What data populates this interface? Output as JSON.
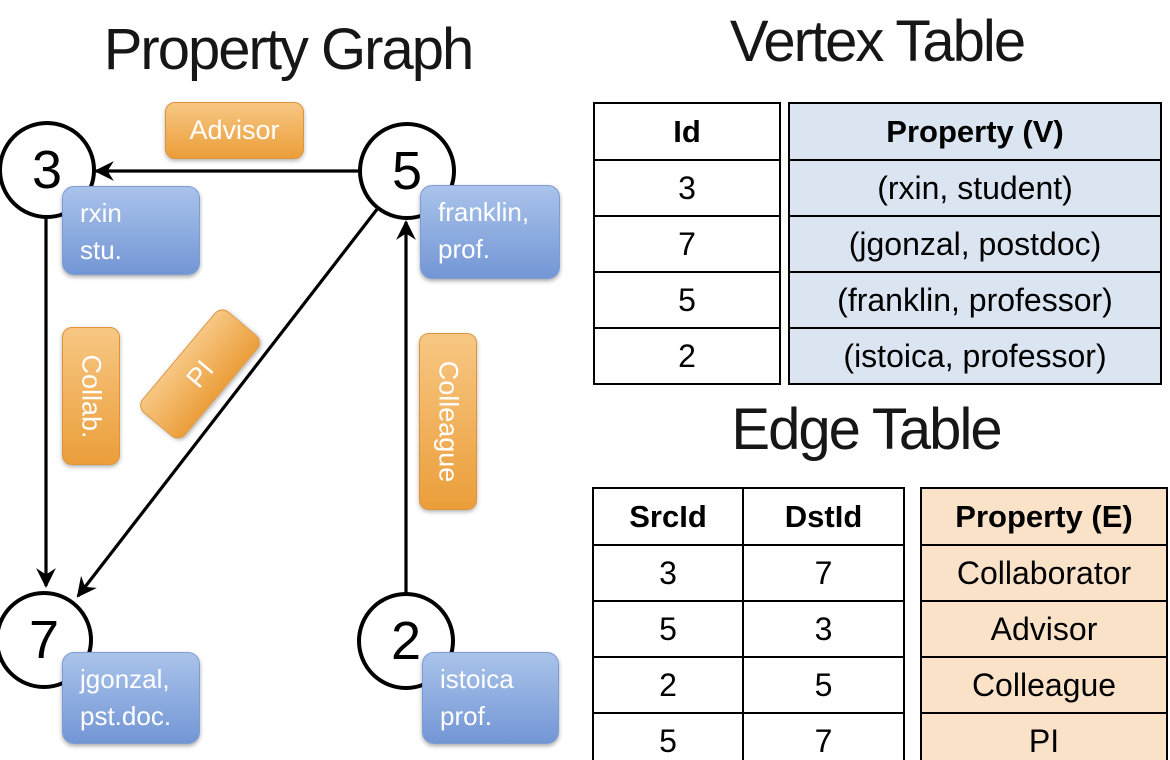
{
  "graph": {
    "title": "Property Graph",
    "vertices": [
      {
        "id": "3",
        "prop_line1": "rxin",
        "prop_line2": "stu."
      },
      {
        "id": "5",
        "prop_line1": "franklin,",
        "prop_line2": "prof."
      },
      {
        "id": "7",
        "prop_line1": "jgonzal,",
        "prop_line2": "pst.doc."
      },
      {
        "id": "2",
        "prop_line1": "istoica",
        "prop_line2": "prof."
      }
    ],
    "edges": [
      {
        "src": "5",
        "dst": "3",
        "label": "Advisor"
      },
      {
        "src": "3",
        "dst": "7",
        "label": "Collab."
      },
      {
        "src": "5",
        "dst": "7",
        "label": "PI"
      },
      {
        "src": "2",
        "dst": "5",
        "label": "Colleague"
      }
    ]
  },
  "vertex_table": {
    "title": "Vertex Table",
    "columns": [
      "Id",
      "Property (V)"
    ],
    "rows": [
      [
        "3",
        "(rxin, student)"
      ],
      [
        "7",
        "(jgonzal, postdoc)"
      ],
      [
        "5",
        "(franklin, professor)"
      ],
      [
        "2",
        "(istoica, professor)"
      ]
    ]
  },
  "edge_table": {
    "title": "Edge Table",
    "columns": [
      "SrcId",
      "DstId",
      "Property (E)"
    ],
    "rows": [
      [
        "3",
        "7",
        "Collaborator"
      ],
      [
        "5",
        "3",
        "Advisor"
      ],
      [
        "2",
        "5",
        "Colleague"
      ],
      [
        "5",
        "7",
        "PI"
      ]
    ]
  },
  "colors": {
    "vertex_prop_bg": "#dbe5f1",
    "edge_prop_bg": "#f9e2c8",
    "node_box_top": "#a9c3ea",
    "node_box_bottom": "#7396d5",
    "edge_label_top": "#f7c783",
    "edge_label_bottom": "#eb9e3a",
    "ink": "#000000"
  }
}
